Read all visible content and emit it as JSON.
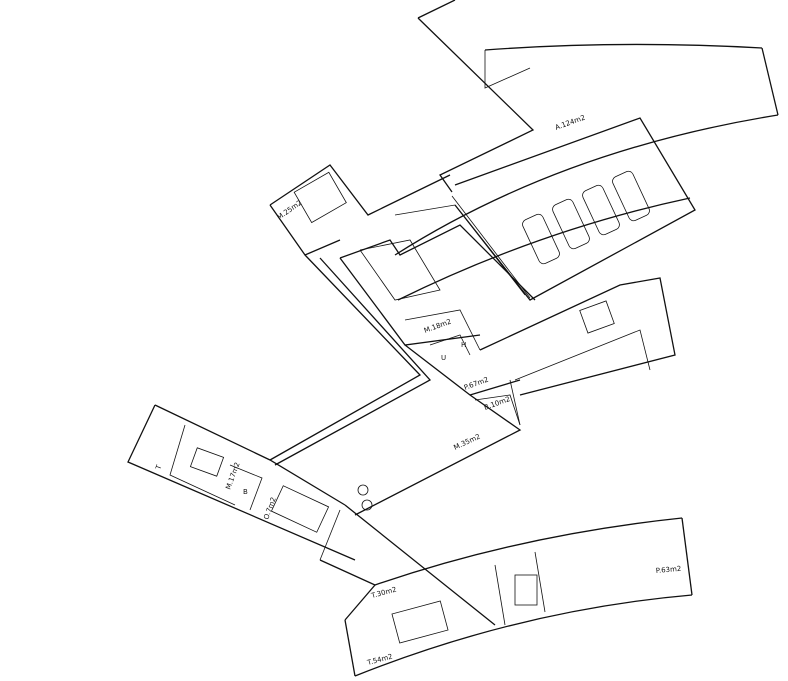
{
  "plan": {
    "rooms": {
      "a": "A.124m2",
      "m_top": "M.25m2",
      "m_mid": "M.18m2",
      "p_mid": "P.67m2",
      "b": "B.10m2",
      "m_corridor": "M.35m2",
      "m_left": "M.17m2",
      "o": "O.7m2",
      "t_left": "T",
      "t_30": "T.30m2",
      "t_54": "T.54m2",
      "p_right": "P.63m2",
      "u": "U",
      "h": "H",
      "b_small": "B"
    }
  }
}
